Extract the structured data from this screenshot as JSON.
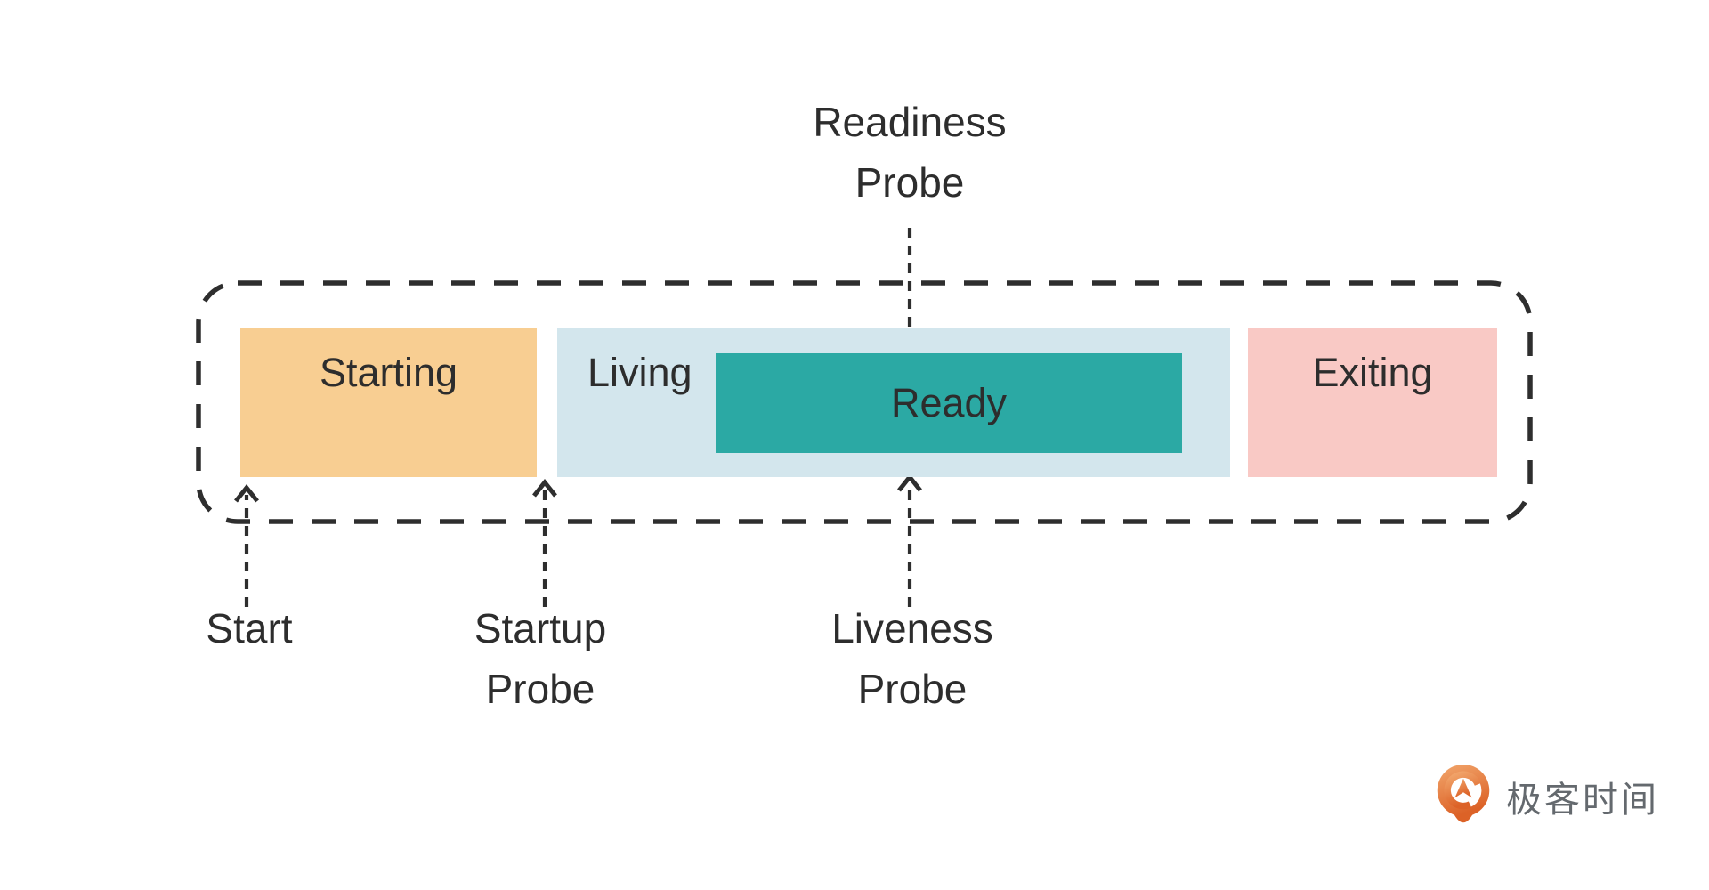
{
  "diagram": {
    "border_color": "#2e2e2e",
    "text_color": "#2d2d2d",
    "boxes": {
      "starting": {
        "label": "Starting",
        "bg": "#F8CE92"
      },
      "living": {
        "label": "Living",
        "bg": "#D3E6ED"
      },
      "ready": {
        "label": "Ready",
        "bg": "#2BA9A4"
      },
      "exiting": {
        "label": "Exiting",
        "bg": "#F9C9C5"
      }
    },
    "labels": {
      "readiness_probe": {
        "line1": "Readiness",
        "line2": "Probe"
      },
      "start": {
        "line1": "Start"
      },
      "startup_probe": {
        "line1": "Startup",
        "line2": "Probe"
      },
      "liveness_probe": {
        "line1": "Liveness",
        "line2": "Probe"
      }
    }
  },
  "branding": {
    "logo_icon": "geektime-pin-icon",
    "logo_text": "极客时间",
    "logo_text_color": "#64696e",
    "logo_orange_light": "#F2A76D",
    "logo_orange_dark": "#DC6227"
  }
}
